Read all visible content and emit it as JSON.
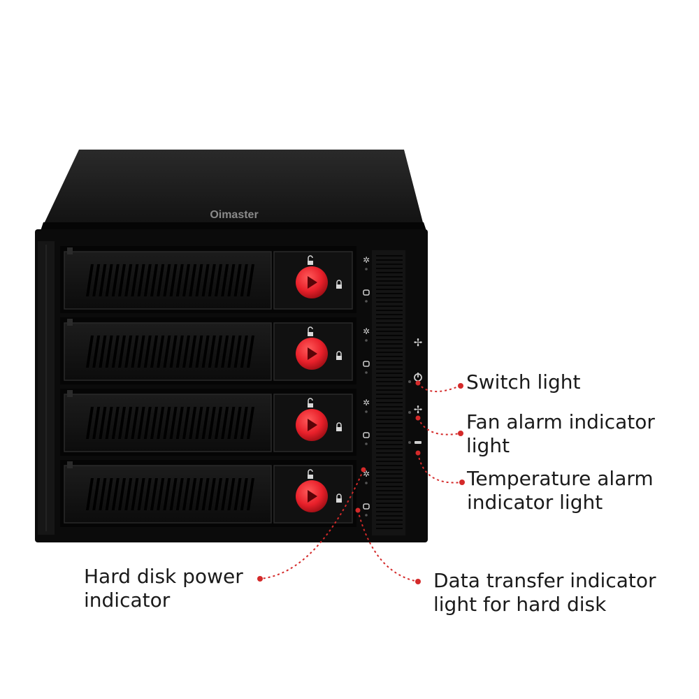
{
  "product": {
    "brand_text": "Oimaster",
    "bay_count": 4
  },
  "callouts": {
    "switch_light": [
      "Switch light"
    ],
    "fan_alarm": [
      "Fan alarm indicator",
      "light"
    ],
    "temperature_alarm": [
      "Temperature alarm",
      "indicator light"
    ],
    "hdd_power": [
      "Hard disk power",
      "indicator"
    ],
    "data_transfer": [
      "Data transfer indicator",
      "light for hard disk"
    ]
  },
  "colors": {
    "leader_line": "#d42a2a",
    "handle_red": "#e8202a",
    "chassis": "#141414",
    "label_text": "#1a1a1a"
  },
  "icons": {
    "tray_unlock": "unlock-icon",
    "tray_lock": "lock-icon",
    "hdd_power": "power-led-icon",
    "data_led": "disk-activity-icon",
    "switch": "power-icon",
    "fan": "fan-icon",
    "temperature": "thermometer-icon"
  }
}
